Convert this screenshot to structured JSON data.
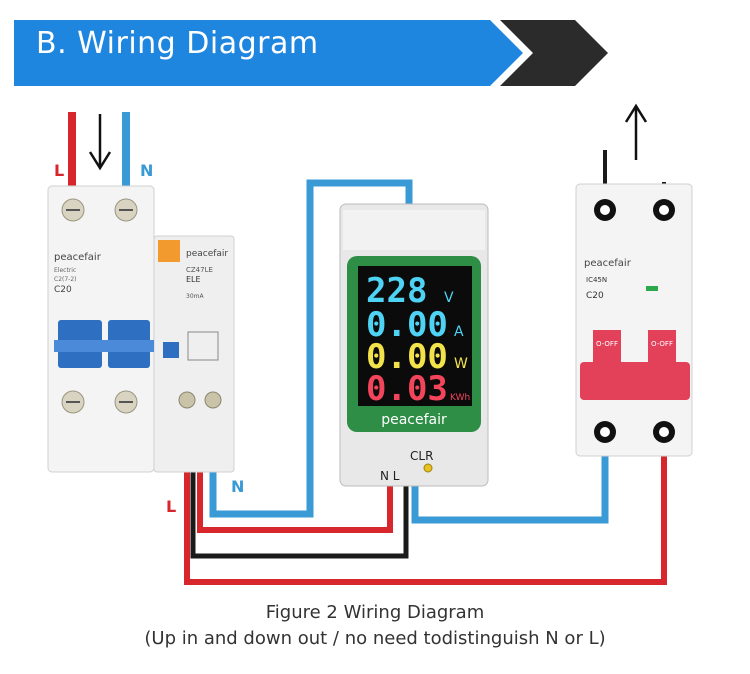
{
  "header": {
    "title": "B. Wiring Diagram",
    "bar_color": "#1f86e0",
    "arrow_color": "#2b2b2b"
  },
  "labels": {
    "input_l": "L",
    "input_n": "N",
    "bottom_l": "L",
    "bottom_n": "N",
    "clr": "CLR",
    "meter_terminals": "N L"
  },
  "left_breaker": {
    "brand_left": "peacefair",
    "model_left": "Electric\nC2(7-2)\nC20",
    "brand_right": "peacefair",
    "model_right": "CZ47LE\nELE\n30mA"
  },
  "meter": {
    "voltage": "228",
    "voltage_unit": "V",
    "current": "0.00",
    "current_unit": "A",
    "power": "0.00",
    "power_unit": "W",
    "energy": "0.03",
    "energy_unit": "KWh",
    "brand": "peacefair"
  },
  "right_breaker": {
    "brand": "peacefair",
    "model": "IC45N",
    "rating": "C20",
    "switch_left": "O-OFF",
    "switch_right": "O-OFF"
  },
  "colors": {
    "live": "#d7262c",
    "neutral": "#3a9ad6",
    "black": "#1a1a1a",
    "voltage": "#4fd3f5",
    "current": "#4fd3f5",
    "power": "#f3e34a",
    "energy": "#f2455c",
    "display_frame": "#2e8e45"
  },
  "caption": {
    "line1": "Figure 2 Wiring Diagram",
    "line2": "(Up in and down out / no need todistinguish N or L)"
  }
}
